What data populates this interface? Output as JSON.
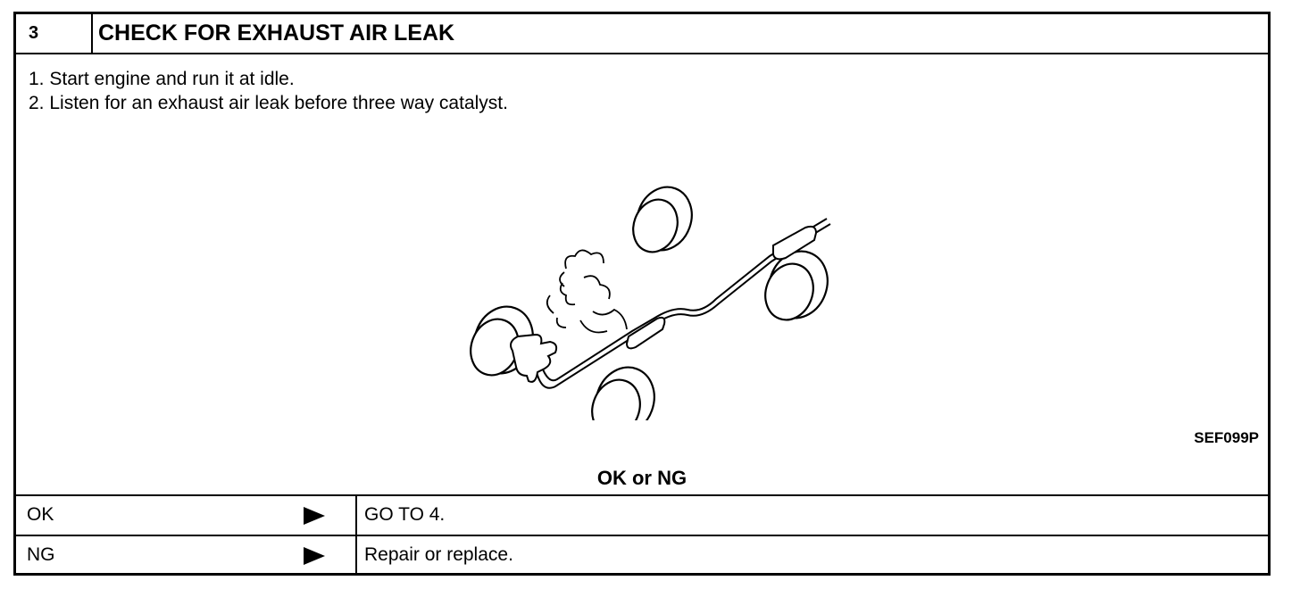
{
  "step": {
    "number": "3",
    "title": "CHECK FOR EXHAUST AIR LEAK"
  },
  "instructions": [
    "1.  Start engine and run it at idle.",
    "2.  Listen for an exhaust air leak before three way catalyst."
  ],
  "figure": {
    "code": "SEF099P",
    "icon": "exhaust-system-illustration"
  },
  "check_label": "OK or NG",
  "results": [
    {
      "result": "OK",
      "action": "GO TO 4."
    },
    {
      "result": "NG",
      "action": "Repair or replace."
    }
  ]
}
